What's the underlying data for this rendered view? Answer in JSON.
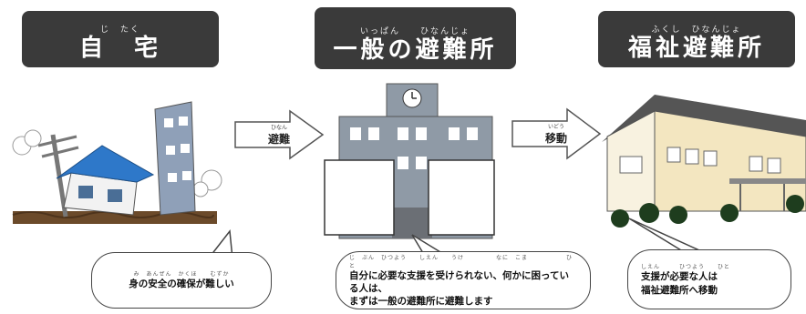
{
  "titles": {
    "home": {
      "ruby": "じ　たく",
      "label": "自　宅"
    },
    "general": {
      "ruby": "いっぱん　　ひなんじょ",
      "label": "一般の避難所"
    },
    "welfare": {
      "ruby": "ふくし　ひなんじょ",
      "label": "福祉避難所"
    }
  },
  "arrows": {
    "evacuate": {
      "ruby": "ひなん",
      "label": "避難"
    },
    "move": {
      "ruby": "いどう",
      "label": "移動"
    }
  },
  "bubbles": {
    "home": {
      "ruby": "み　あんぜん　かくほ　　むずか",
      "text": "身の安全の確保が難しい"
    },
    "general": {
      "ruby": "じ　ぶん　ひつよう　　しえん　　うけ　　　　　なに　こま　　　　　　ひと",
      "line1": "自分に必要な支援を受けられない、何かに困っている人は、",
      "line2": "まずは一般の避難所に避難します"
    },
    "welfare": {
      "ruby": "しえん　　　ひつよう　　ひと",
      "line1": "支援が必要な人は",
      "line2": "福祉避難所へ移動"
    }
  },
  "colors": {
    "title_bg": "#3a3a3a",
    "roof_blue": "#2e78c9",
    "building_gray": "#8f9aa6",
    "welfare_wall": "#f3e6c0"
  }
}
